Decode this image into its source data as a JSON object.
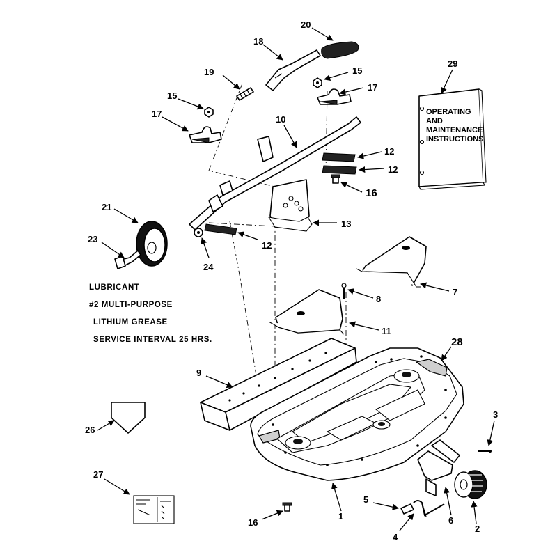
{
  "callouts": [
    {
      "id": "20",
      "label": "20"
    },
    {
      "id": "18",
      "label": "18"
    },
    {
      "id": "19",
      "label": "19"
    },
    {
      "id": "15a",
      "label": "15"
    },
    {
      "id": "15b",
      "label": "15"
    },
    {
      "id": "17a",
      "label": "17"
    },
    {
      "id": "17b",
      "label": "17"
    },
    {
      "id": "10",
      "label": "10"
    },
    {
      "id": "12a",
      "label": "12"
    },
    {
      "id": "12b",
      "label": "12"
    },
    {
      "id": "12c",
      "label": "12"
    },
    {
      "id": "16a",
      "label": "16"
    },
    {
      "id": "16b",
      "label": "16"
    },
    {
      "id": "29",
      "label": "29"
    },
    {
      "id": "21",
      "label": "21"
    },
    {
      "id": "13",
      "label": "13"
    },
    {
      "id": "23",
      "label": "23"
    },
    {
      "id": "24",
      "label": "24"
    },
    {
      "id": "7",
      "label": "7"
    },
    {
      "id": "8",
      "label": "8"
    },
    {
      "id": "11",
      "label": "11"
    },
    {
      "id": "28",
      "label": "28"
    },
    {
      "id": "9",
      "label": "9"
    },
    {
      "id": "3",
      "label": "3"
    },
    {
      "id": "26",
      "label": "26"
    },
    {
      "id": "27",
      "label": "27"
    },
    {
      "id": "5",
      "label": "5"
    },
    {
      "id": "6",
      "label": "6"
    },
    {
      "id": "1",
      "label": "1"
    },
    {
      "id": "2",
      "label": "2"
    },
    {
      "id": "4",
      "label": "4"
    }
  ],
  "lubricant_note": {
    "line1": "LUBRICANT",
    "line2": "#2 MULTI-PURPOSE",
    "line3": "LITHIUM GREASE",
    "line4": "SERVICE INTERVAL 25 HRS."
  },
  "manual": {
    "line1": "OPERATING",
    "line2": "AND",
    "line3": "MAINTENANCE",
    "line4": "INSTRUCTIONS"
  }
}
